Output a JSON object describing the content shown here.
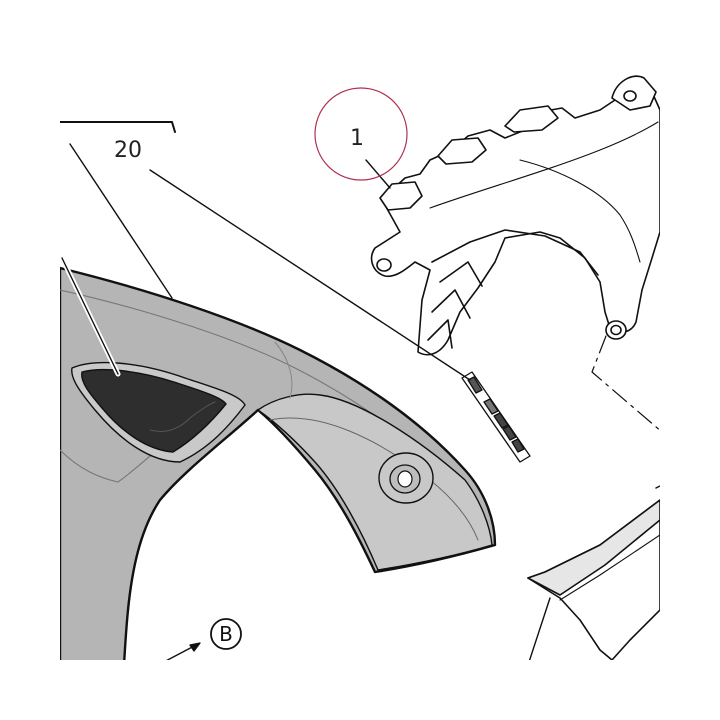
{
  "diagram": {
    "callouts": [
      {
        "id": "part-1",
        "label": "1",
        "highlighted": true,
        "highlight_color": "#b03050"
      },
      {
        "id": "part-20",
        "label": "20",
        "highlighted": false
      }
    ],
    "view_marker": {
      "label": "B"
    },
    "colors": {
      "line": "#111111",
      "fender_fill": "#b5b5b5",
      "fender_panel": "#c8c8c8",
      "pad_fill": "#2e2e2e",
      "bracket_fill": "#ffffff"
    }
  }
}
